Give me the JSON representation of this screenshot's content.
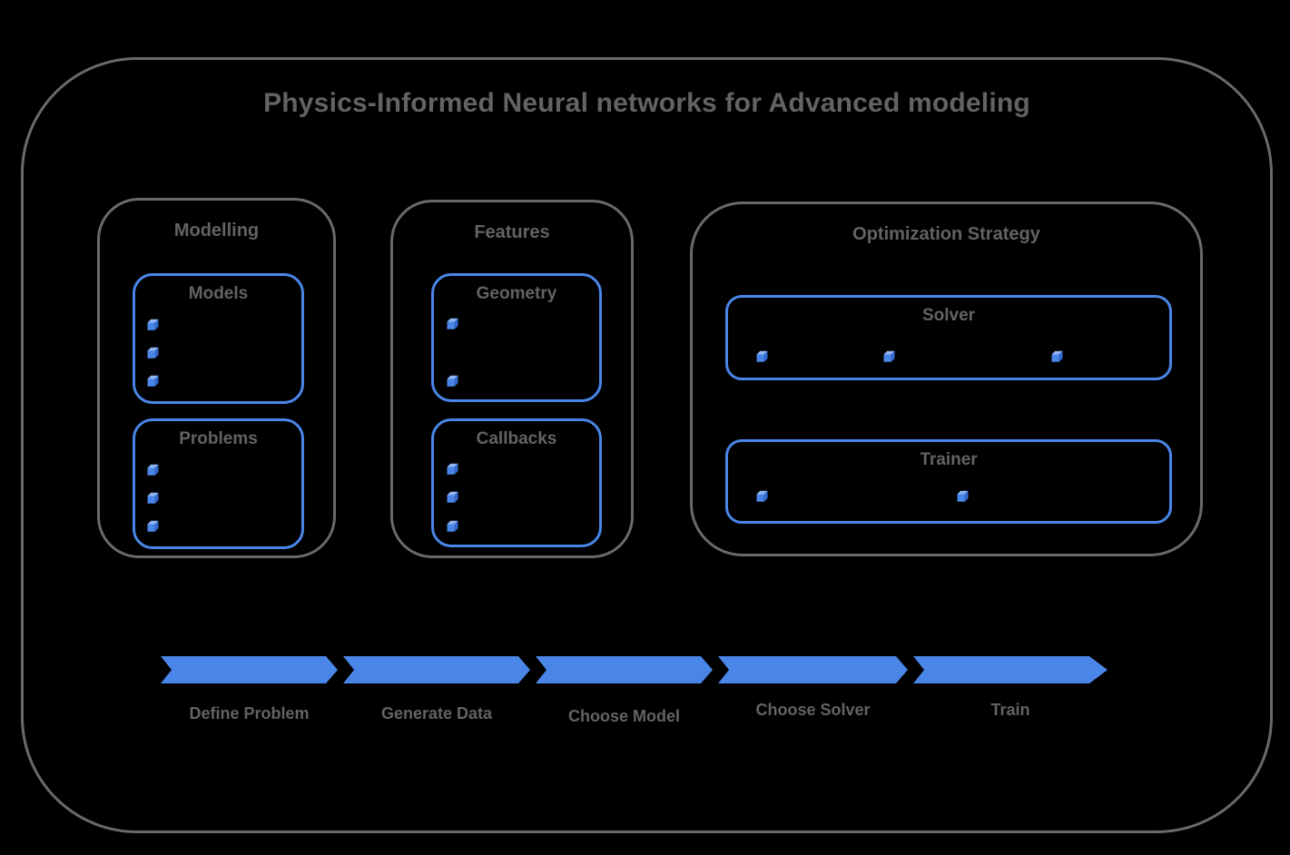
{
  "title": "Physics-Informed Neural networks for Advanced modeling",
  "colors": {
    "accent_blue": "#4a86e8",
    "outline_gray": "#6a6a6a",
    "text_gray": "#636363",
    "cube_top": "#8fb6f1",
    "cube_front": "#4a86e8",
    "cube_side": "#3569cf",
    "background": "#000000"
  },
  "sections": {
    "modelling": {
      "label": "Modelling",
      "groups": {
        "models": {
          "label": "Models",
          "bullet_count": 3
        },
        "problems": {
          "label": "Problems",
          "bullet_count": 3
        }
      }
    },
    "features": {
      "label": "Features",
      "groups": {
        "geometry": {
          "label": "Geometry",
          "bullet_count": 2
        },
        "callbacks": {
          "label": "Callbacks",
          "bullet_count": 3
        }
      }
    },
    "optimization": {
      "label": "Optimization Strategy",
      "groups": {
        "solver": {
          "label": "Solver",
          "bullet_count": 3
        },
        "trainer": {
          "label": "Trainer",
          "bullet_count": 2
        }
      }
    }
  },
  "flow": {
    "steps": [
      {
        "label": "Define Problem"
      },
      {
        "label": "Generate Data"
      },
      {
        "label": "Choose Model"
      },
      {
        "label": "Choose Solver"
      },
      {
        "label": "Train"
      }
    ]
  }
}
